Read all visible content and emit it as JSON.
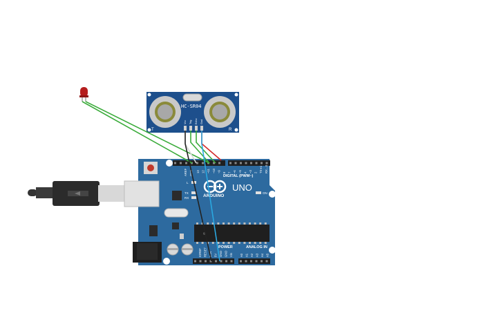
{
  "sensor": {
    "model": "HC-SR04",
    "transmitter_mark": "T",
    "receiver_mark": "R",
    "pins": [
      "Vcc",
      "Trig",
      "Echo",
      "Gnd"
    ]
  },
  "board": {
    "brand": "ARDUINO",
    "model": "UNO",
    "aref_label": "AREF",
    "gnd_label": "GND",
    "digital_header_label": "DIGITAL (PWM~)",
    "digital_pins": [
      "13",
      "12",
      "~11",
      "~10",
      "~9",
      "8",
      "7",
      "~6",
      "~5",
      "4",
      "~3",
      "2",
      "TX➔1",
      "RX←0"
    ],
    "led_labels": {
      "l": "L",
      "tx": "TX",
      "rx": "RX",
      "on": "ON"
    },
    "power_header_label": "POWER",
    "power_pins": [
      "IOREF",
      "RESET",
      "3.3V",
      "5V",
      "GND",
      "GND",
      "Vin"
    ],
    "analog_header_label": "ANALOG IN",
    "analog_pins": [
      "A0",
      "A1",
      "A2",
      "A3",
      "A4",
      "A5"
    ]
  },
  "led": {
    "color": "red"
  },
  "colors": {
    "board_blue": "#2d6a9f",
    "sensor_blue": "#1d4f8c",
    "wire_green": "#3aab3a",
    "wire_red": "#d42a2a",
    "wire_black": "#222222",
    "wire_blue": "#2aa8e0",
    "led_red": "#b51e1e"
  }
}
